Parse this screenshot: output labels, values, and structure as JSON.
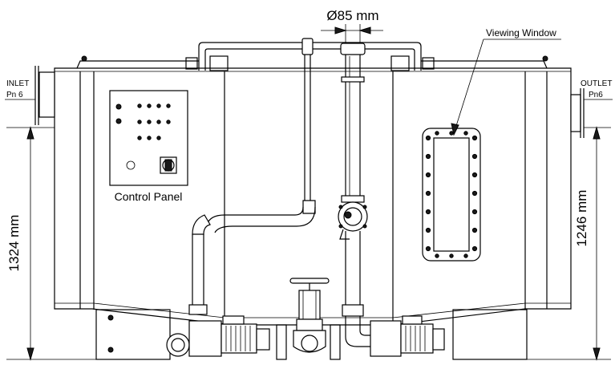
{
  "labels": {
    "pipe_diameter": "Ø85 mm",
    "viewing_window": "Viewing Window",
    "inlet": "INLET",
    "inlet_pressure": "Pn 6",
    "outlet": "OUTLET",
    "outlet_pressure": "Pn6",
    "height_left": "1324 mm",
    "height_right": "1246 mm",
    "control_panel": "Control Panel"
  }
}
